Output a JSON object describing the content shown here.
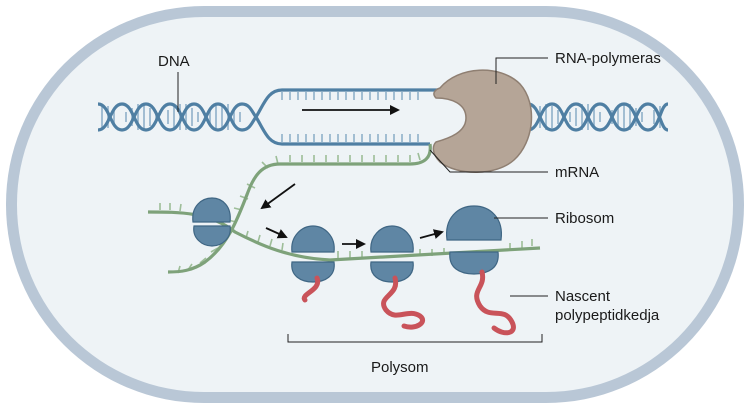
{
  "labels": {
    "dna": "DNA",
    "rna_polymerase": "RNA-polymeras",
    "mrna": "mRNA",
    "ribosome": "Ribosom",
    "nascent_line1": "Nascent",
    "nascent_line2": "polypeptidkedja",
    "polysome": "Polysom"
  },
  "colors": {
    "cell_wall": "#b9c7d6",
    "cytoplasm": "#eef3f6",
    "dna": "#4f7fa3",
    "mrna": "#7ea27a",
    "polymerase": "#b5a597",
    "ribosome": "#5f86a4",
    "polypeptide": "#c9535a"
  }
}
